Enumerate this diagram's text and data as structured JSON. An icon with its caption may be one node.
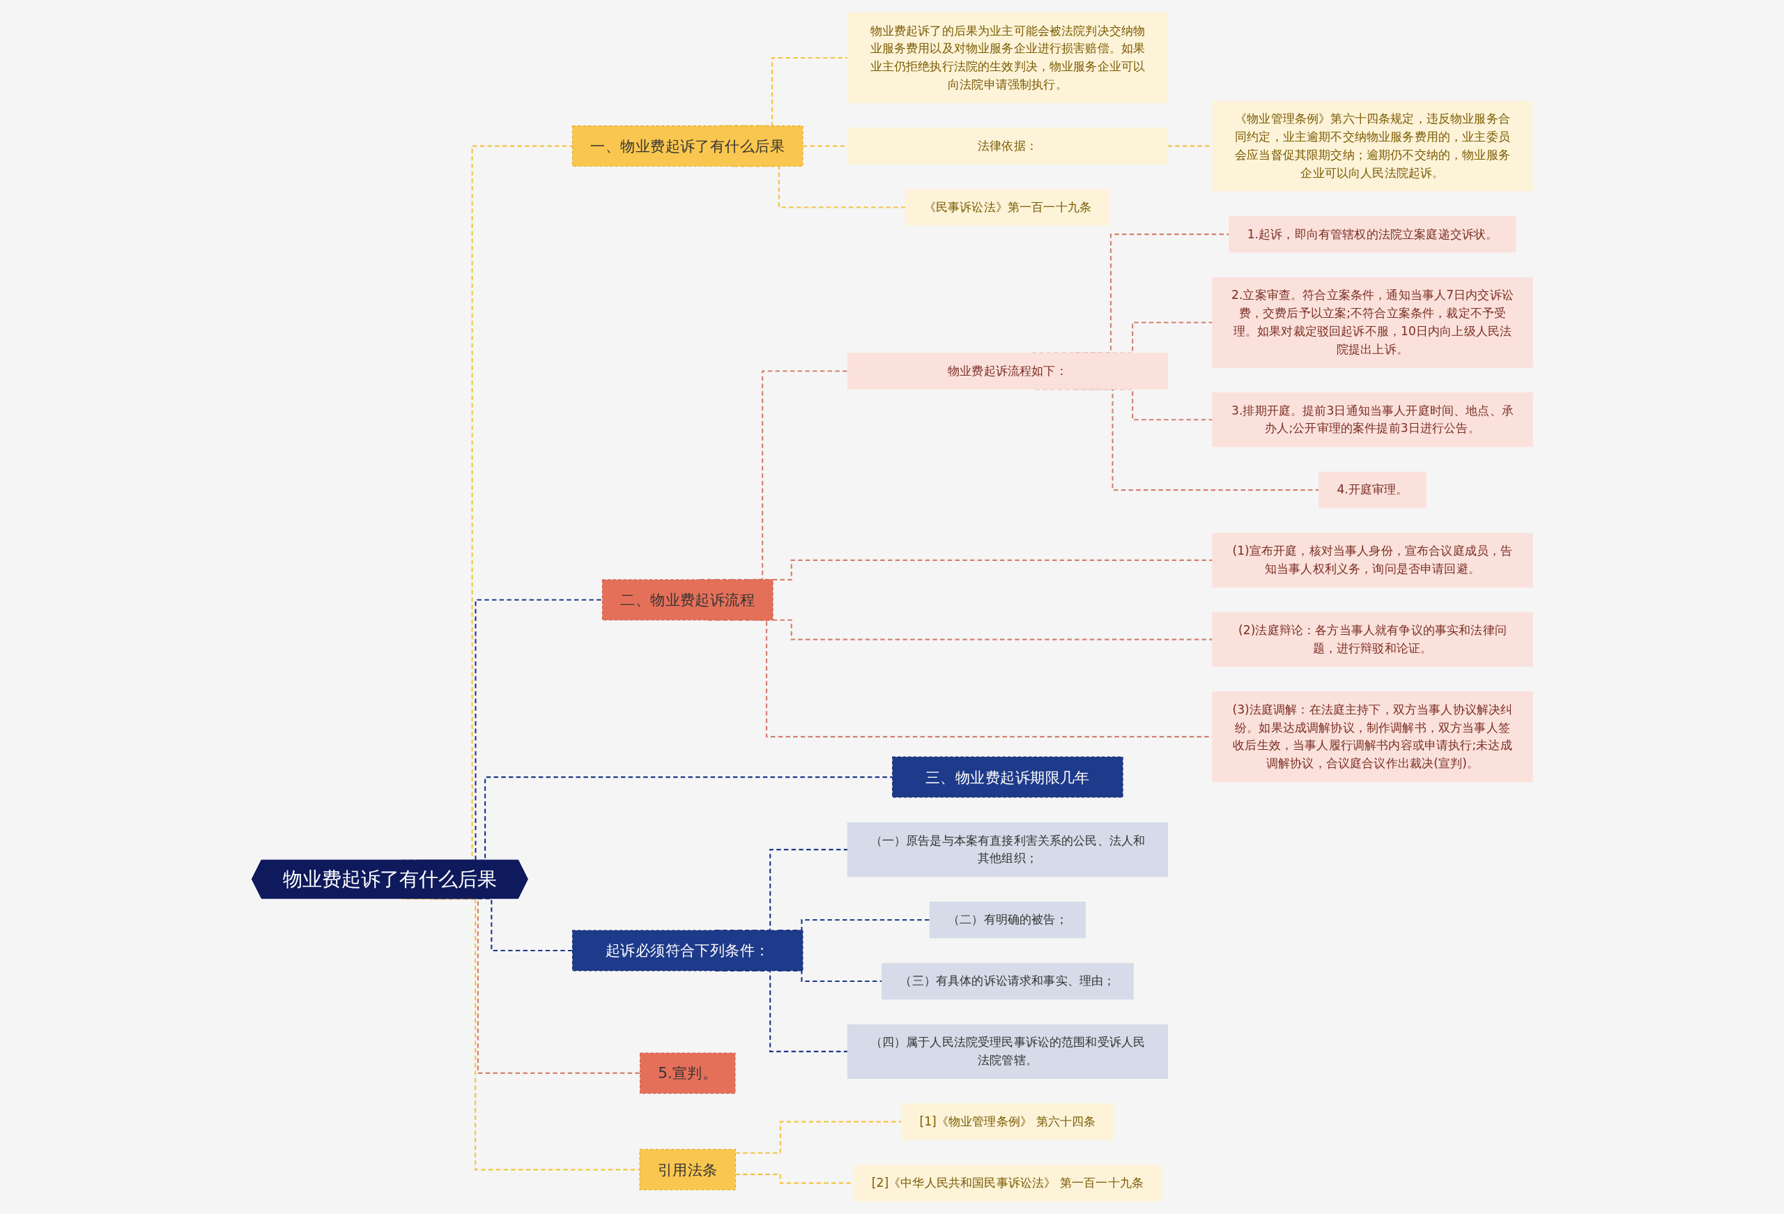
{
  "diagram": {
    "nodes": [
      {
        "text": [
          "物业费起诉了有什么后果"
        ]
      },
      {
        "text": [
          "一、物业费起诉了有什么后果"
        ]
      },
      {
        "text": [
          "物业费起诉了的后果为业主可能会被法院判决交纳物业服务费用以及对物业服务企业进行损害赔偿。如果业主仍拒绝执行法院的生效判决，物业服务企业可以向法院申请强制执行。"
        ]
      },
      {
        "text": [
          "法律依据："
        ]
      },
      {
        "text": [
          "《物业管理条例》第六十四条规定，违反物业服务合同约定，业主逾期不交纳物业服务费用的，业主委员会应当督促其限期交纳；逾期仍不交纳的，物业服务企业可以向人民法院起诉。"
        ]
      },
      {
        "text": [
          "《民事诉讼法》第一百一十九条"
        ]
      },
      {
        "text": [
          "二、物业费起诉流程"
        ]
      },
      {
        "text": [
          "物业费起诉流程如下："
        ]
      },
      {
        "text": [
          "1.起诉，即向有管辖权的法院立案庭递交诉状。"
        ]
      },
      {
        "text": [
          "2.立案审查。符合立案条件，通知当事人7日内交诉讼费，交费后予以立案;不符合立案条件，裁定不予受理。如果对裁定驳回起诉不服，10日内向上级人民法院提出上诉。"
        ]
      },
      {
        "text": [
          "3.排期开庭。提前3日通知当事人开庭时间、地点、承办人;公开审理的案件提前3日进行公告。"
        ]
      },
      {
        "text": [
          "4.开庭审理。"
        ]
      },
      {
        "text": [
          "(1)宣布开庭，核对当事人身份，宣布合议庭成员，告知当事人权利义务，询问是否申请回避。"
        ]
      },
      {
        "text": [
          "(2)法庭辩论：各方当事人就有争议的事实和法律问题，进行辩驳和论证。"
        ]
      },
      {
        "text": [
          "(3)法庭调解：在法庭主持下，双方当事人协议解决纠纷。如果达成调解协议，制作调解书，双方当事人签收后生效，当事人履行调解书内容或申请执行;未达成调解协议，合议庭合议作出裁决(宣判)。"
        ]
      },
      {
        "text": [
          "三、物业费起诉期限几年"
        ]
      },
      {
        "text": [
          "起诉必须符合下列条件："
        ]
      },
      {
        "text": [
          "（一）原告是与本案有直接利害关系的公民、法人和其他组织；"
        ]
      },
      {
        "text": [
          "（二）有明确的被告；"
        ]
      },
      {
        "text": [
          "（三）有具体的诉讼请求和事实、理由；"
        ]
      },
      {
        "text": [
          "（四）属于人民法院受理民事诉讼的范围和受诉人民法院管辖。"
        ]
      },
      {
        "text": [
          "5.宣判。"
        ]
      },
      {
        "text": [
          "引用法条"
        ]
      },
      {
        "text": [
          "[1]《物业管理条例》 第六十四条"
        ]
      },
      {
        "text": [
          "[2]《中华人民共和国民事诉讼法》 第一百一十九条"
        ]
      }
    ],
    "edges": [
      {
        "from": 0,
        "to": 1,
        "arrow": "none",
        "color": "#f5c342"
      },
      {
        "from": 1,
        "to": 2,
        "arrow": "none",
        "color": "#f5c342"
      },
      {
        "from": 1,
        "to": 3,
        "arrow": "none",
        "color": "#f5c342"
      },
      {
        "from": 3,
        "to": 4,
        "arrow": "none",
        "color": "#f5c342"
      },
      {
        "from": 1,
        "to": 5,
        "arrow": "none",
        "color": "#f5c342"
      },
      {
        "from": 0,
        "to": 6,
        "arrow": "none",
        "color": "#1e3a8a"
      },
      {
        "from": 6,
        "to": 7,
        "arrow": "none"
      },
      {
        "from": 7,
        "to": 8,
        "arrow": "none"
      },
      {
        "from": 7,
        "to": 9,
        "arrow": "none"
      },
      {
        "from": 7,
        "to": 10,
        "arrow": "none"
      },
      {
        "from": 7,
        "to": 11,
        "arrow": "none"
      },
      {
        "from": 6,
        "to": 12,
        "arrow": "none"
      },
      {
        "from": 6,
        "to": 13,
        "arrow": "none"
      },
      {
        "from": 6,
        "to": 14,
        "arrow": "none"
      },
      {
        "from": 0,
        "to": 15,
        "arrow": "none",
        "color": "#1e3a8a"
      },
      {
        "from": 0,
        "to": 16,
        "arrow": "none",
        "color": "#1e3a8a"
      },
      {
        "from": 16,
        "to": 17,
        "arrow": "none",
        "color": "#1e3a8a"
      },
      {
        "from": 16,
        "to": 18,
        "arrow": "none",
        "color": "#1e3a8a"
      },
      {
        "from": 16,
        "to": 19,
        "arrow": "none",
        "color": "#1e3a8a"
      },
      {
        "from": 16,
        "to": 20,
        "arrow": "none",
        "color": "#1e3a8a"
      },
      {
        "from": 0,
        "to": 21,
        "arrow": "none"
      },
      {
        "from": 0,
        "to": 22,
        "arrow": "none",
        "color": "#f5c342"
      },
      {
        "from": 22,
        "to": 23,
        "arrow": "none",
        "color": "#f5c342"
      },
      {
        "from": 22,
        "to": 24,
        "arrow": "none",
        "color": "#f5c342"
      }
    ]
  }
}
